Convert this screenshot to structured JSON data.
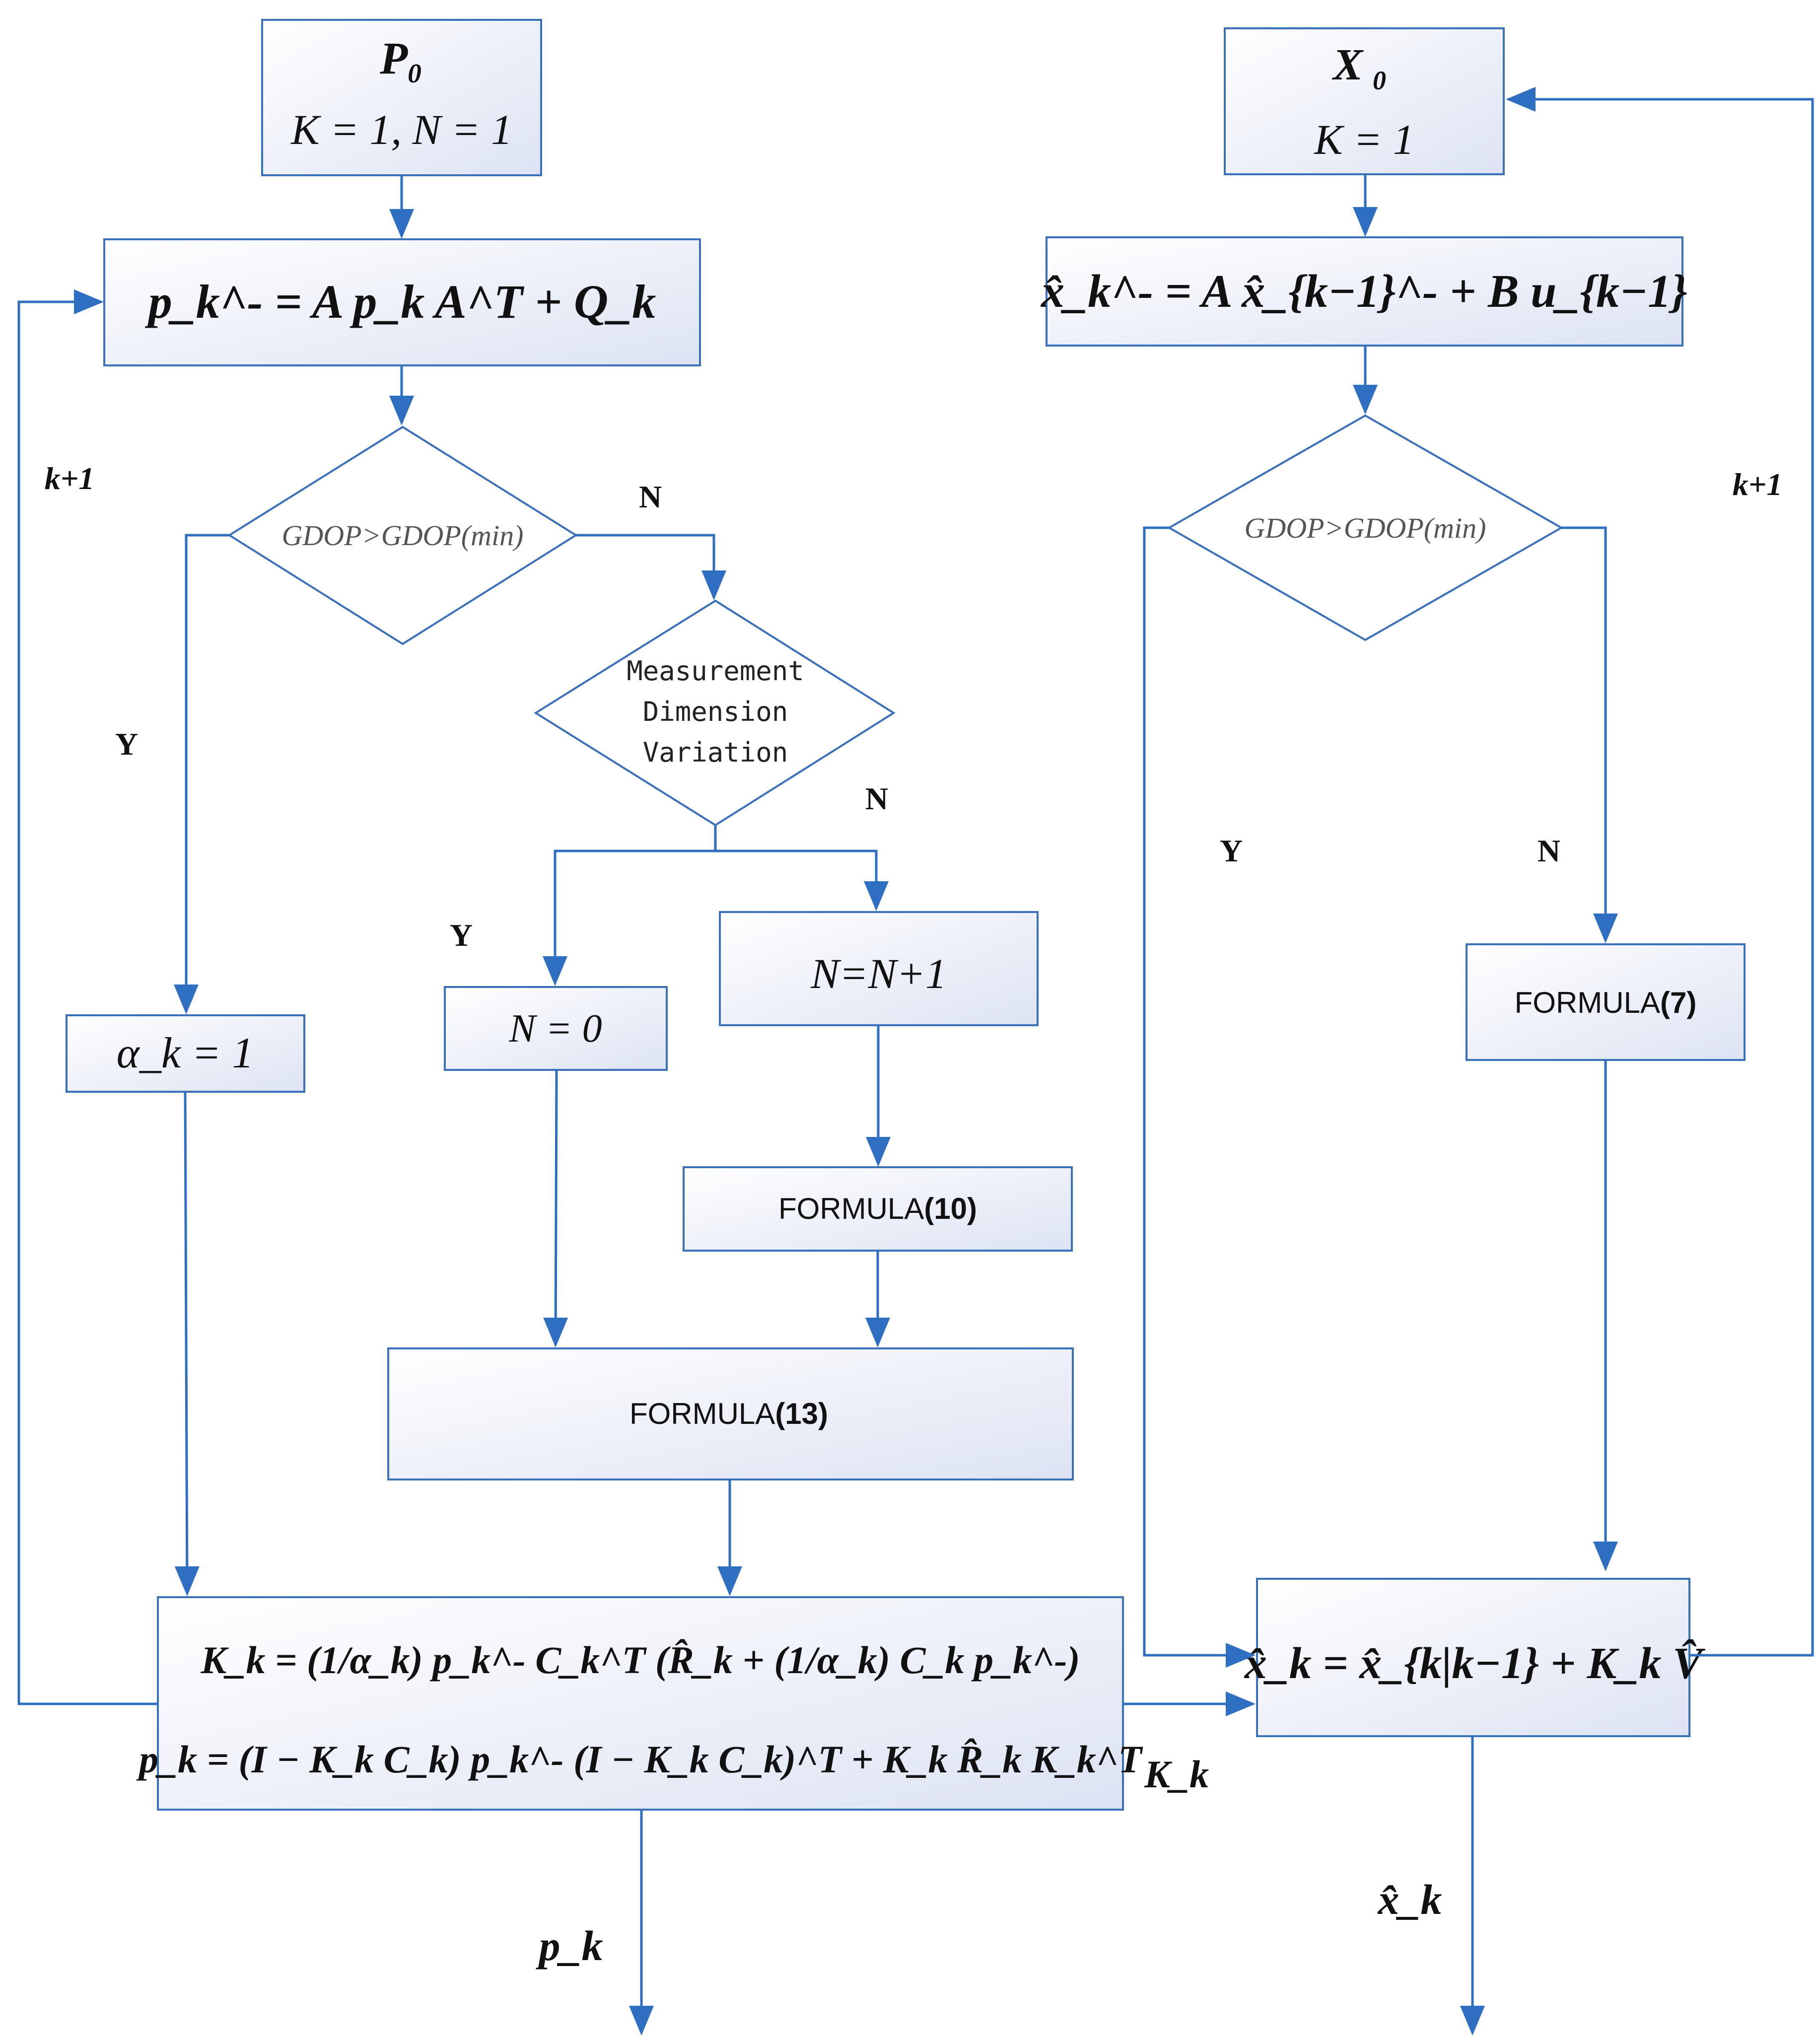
{
  "left_flow": {
    "start": {
      "title": "P",
      "title_sub": "0",
      "init": "K = 1, N = 1"
    },
    "predict_cov": {
      "text": "p_k^- = A p_k A^T + Q_k"
    },
    "decision": {
      "text": "GDOP>GDOP(min)"
    },
    "measure_decision": {
      "line1": "Measurement",
      "line2": "Dimension",
      "line3": "Variation"
    },
    "alpha_box": {
      "text": "α_k = 1"
    },
    "n_zero_box": {
      "text": "N = 0"
    },
    "n_inc_box": {
      "text": "N=N+1"
    },
    "formula10": {
      "label": "FORMULA",
      "num": "(10)"
    },
    "formula13": {
      "label": "FORMULA",
      "num": "(13)"
    },
    "gain_box": {
      "line1": "K_k = (1/α_k) p_k^- C_k^T (R̂_k + (1/α_k) C_k p_k^-)",
      "line2": "p_k = (I − K_k C_k) p_k^- (I − K_k C_k)^T + K_k R̂_k K_k^T"
    },
    "label_n1": "N",
    "label_y1": "Y",
    "label_n2": "N",
    "label_y2": "Y",
    "loop_label": "k+1",
    "output": "p_k"
  },
  "right_flow": {
    "start": {
      "title": "X",
      "title_sub": "0",
      "init": "K = 1"
    },
    "predict_state": {
      "text": "x̂_k^- = A x̂_{k−1}^- + B u_{k−1}"
    },
    "decision": {
      "text": "GDOP>GDOP(min)"
    },
    "formula7": {
      "label": "FORMULA",
      "num": "(7)"
    },
    "update_box": {
      "text": "x̂_k = x̂_{k|k−1} + K_k V̂"
    },
    "label_y": "Y",
    "label_n": "N",
    "loop_label": "k+1",
    "output": "x̂_k"
  },
  "link_label": "K_k",
  "colors": {
    "line": "#2f6fc2",
    "box_border": "#3b71b9",
    "box_fill_start": "#ffffff",
    "box_fill_end": "#dde3f3"
  }
}
